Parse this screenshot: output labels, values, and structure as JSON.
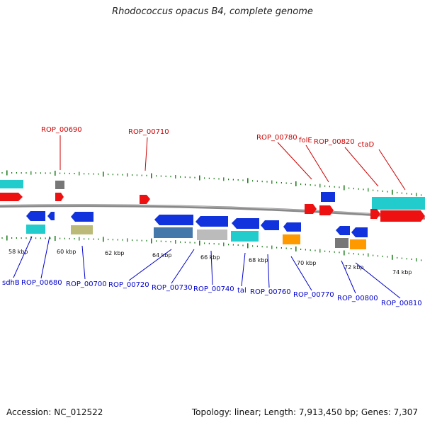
{
  "title": "Rhodococcus opacus B4, complete genome",
  "footer": {
    "accession": "Accession: NC_012522",
    "info": "Topology: linear; Length: 7,913,450 bp; Genes: 7,307"
  },
  "colors": {
    "forward_label": "#cc0000",
    "reverse_label": "#0000cc",
    "forward_gene": "#ee1111",
    "reverse_gene": "#1133dd",
    "cyan": "#22cccc",
    "gray": "#777777",
    "khaki": "#bbbb77",
    "steel": "#4477aa",
    "lightgray": "#bbbbbb",
    "orange": "#ff9900",
    "axis": "#888888",
    "tick": "#117711"
  },
  "scale_labels": [
    "58 kbp",
    "60 kbp",
    "62 kbp",
    "64 kbp",
    "66 kbp",
    "68 kbp",
    "70 kbp",
    "72 kbp",
    "74 kbp"
  ],
  "forward_labels": [
    "ROP_00690",
    "ROP_00710",
    "ROP_00780",
    "folE",
    "ROP_00820",
    "ctaD"
  ],
  "reverse_labels": [
    "sdhB",
    "ROP_00680",
    "ROP_00700",
    "ROP_00720",
    "ROP_00730",
    "ROP_00740",
    "tal",
    "ROP_00760",
    "ROP_00770",
    "ROP_00800",
    "ROP_00810"
  ]
}
